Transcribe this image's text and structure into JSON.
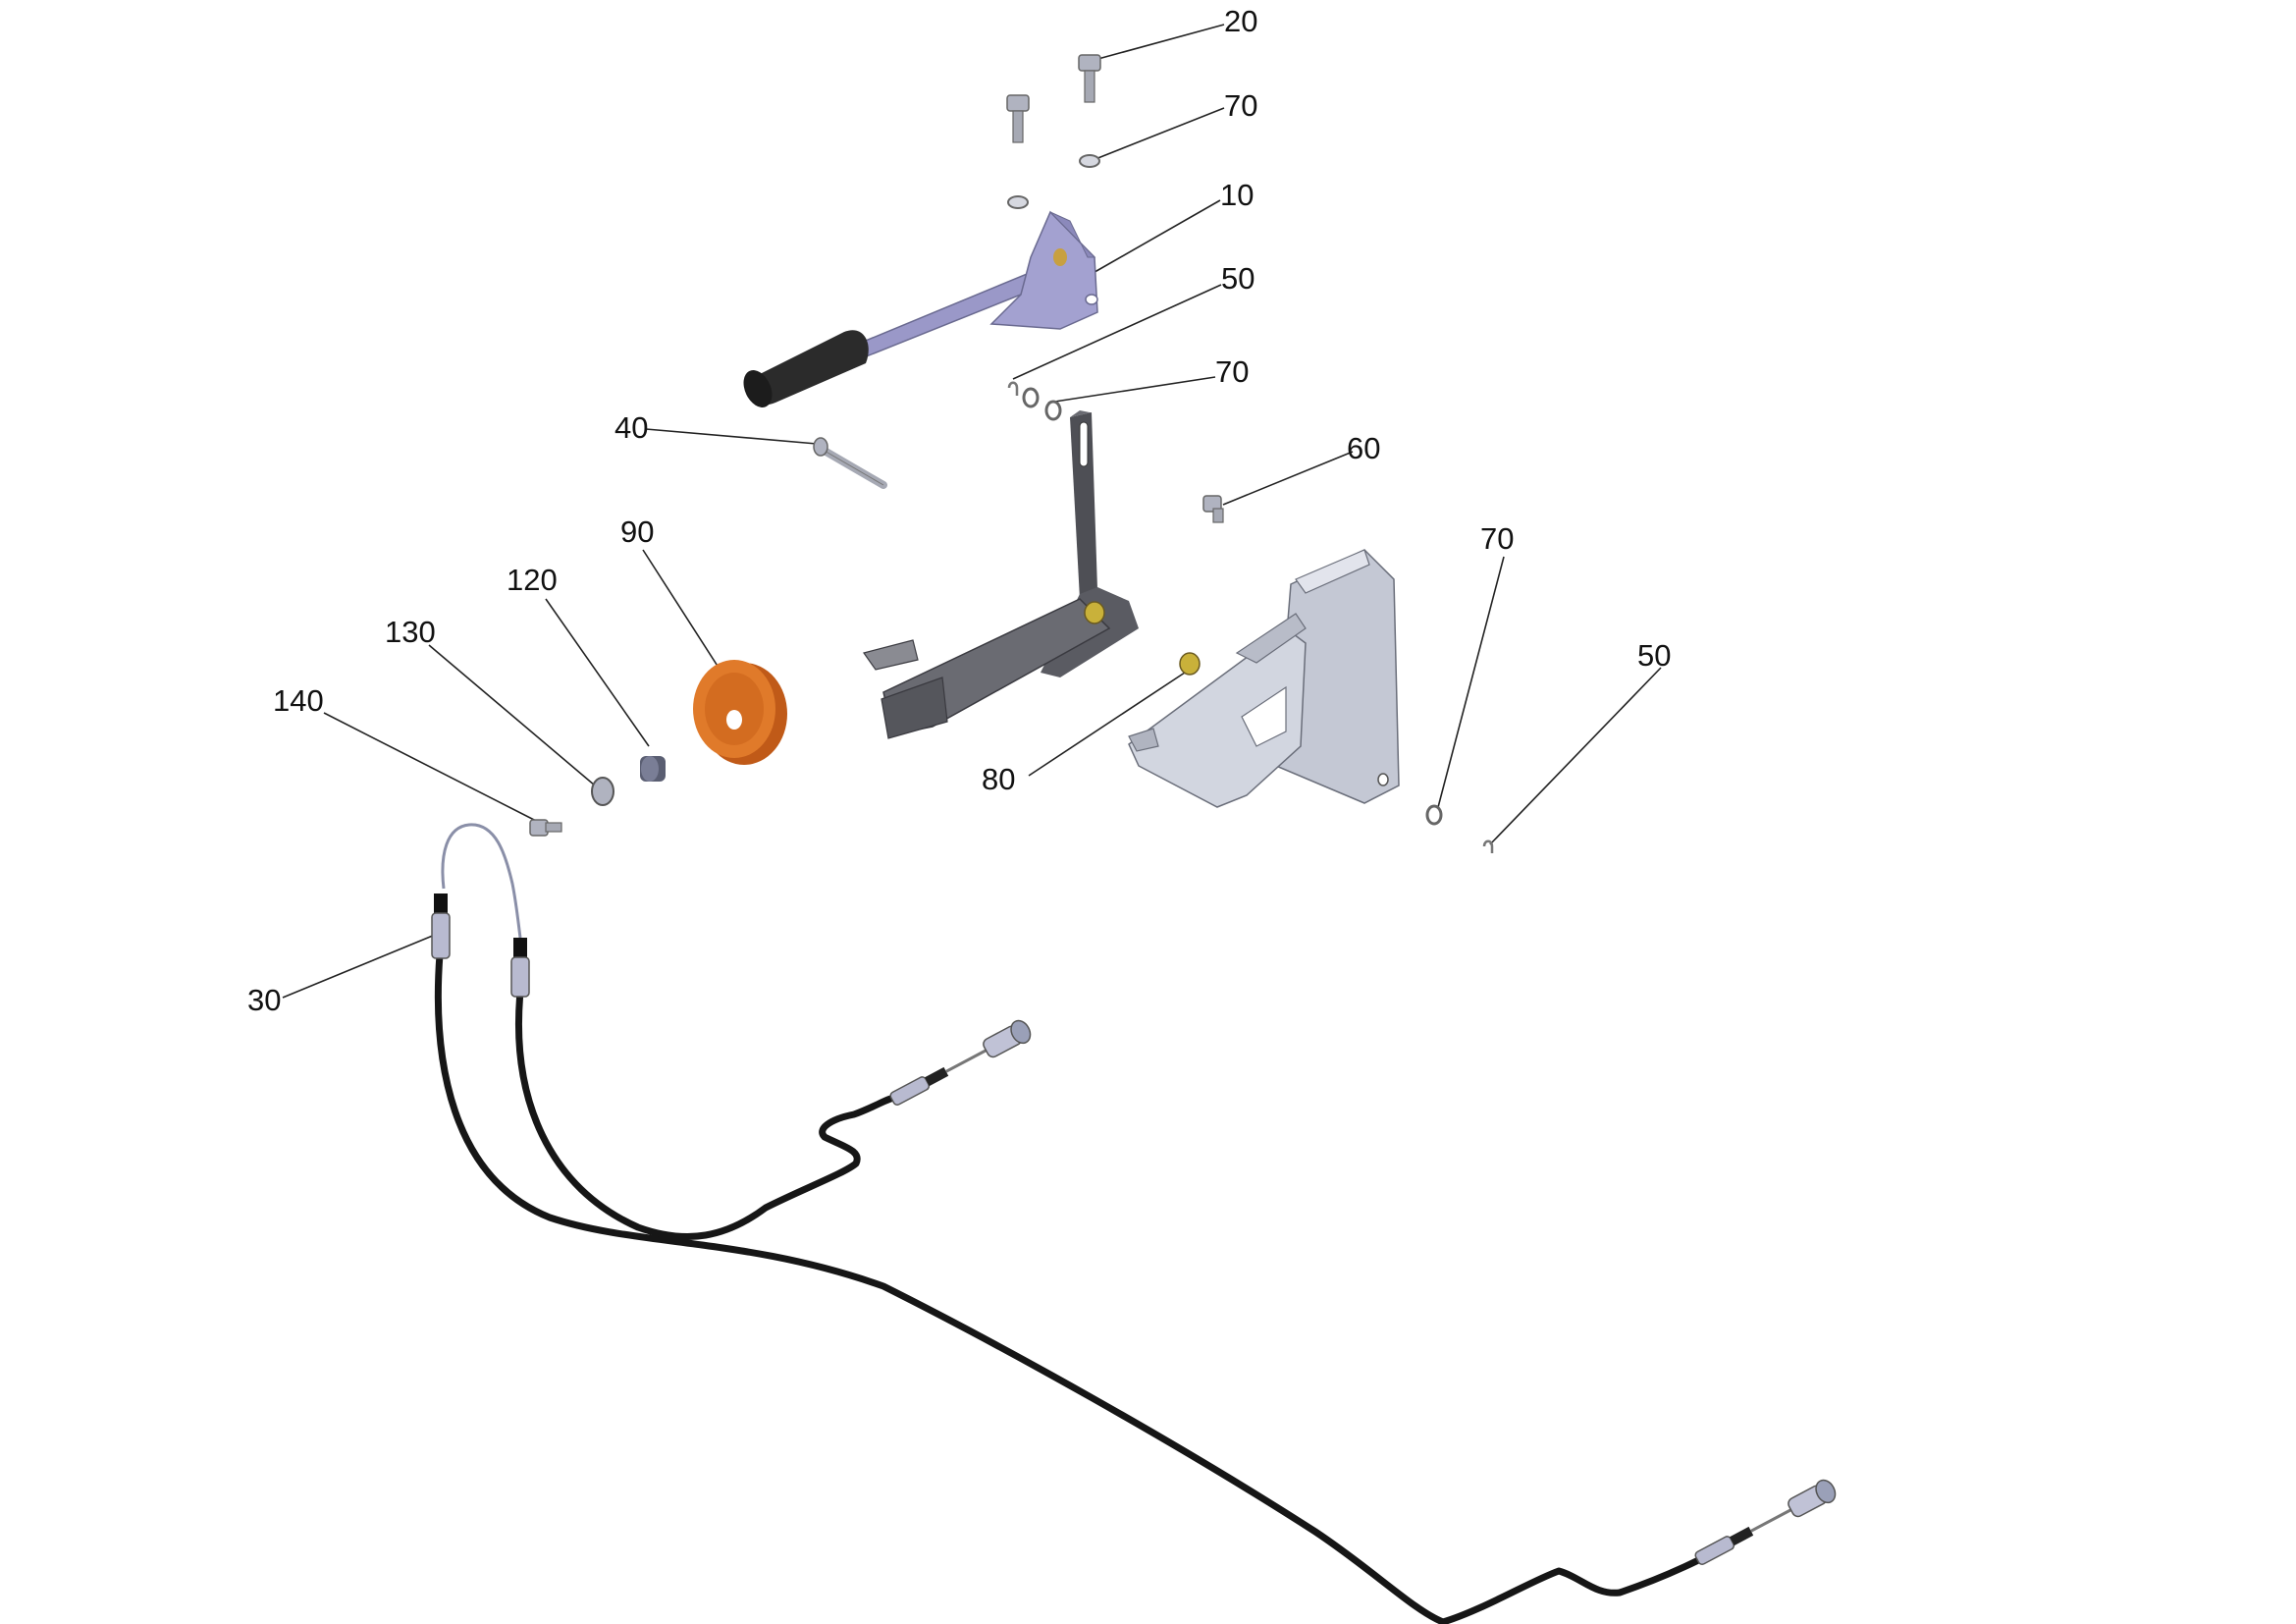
{
  "callouts": [
    {
      "id": "c20a",
      "label": "20"
    },
    {
      "id": "c70a",
      "label": "70"
    },
    {
      "id": "c10",
      "label": "10"
    },
    {
      "id": "c50a",
      "label": "50"
    },
    {
      "id": "c70b",
      "label": "70"
    },
    {
      "id": "c40",
      "label": "40"
    },
    {
      "id": "c60",
      "label": "60"
    },
    {
      "id": "c90",
      "label": "90"
    },
    {
      "id": "c120",
      "label": "120"
    },
    {
      "id": "c130",
      "label": "130"
    },
    {
      "id": "c70c",
      "label": "70"
    },
    {
      "id": "c50b",
      "label": "50"
    },
    {
      "id": "c140",
      "label": "140"
    },
    {
      "id": "c80",
      "label": "80"
    },
    {
      "id": "c30",
      "label": "30"
    }
  ],
  "colors": {
    "lever_arm": "#9a98c8",
    "lever_grip": "#2b2b2b",
    "bracket_dark": "#55565c",
    "plate_light": "#c4c8d4",
    "pulley": "#e07a2a",
    "spacer": "#5a5e72",
    "bushing": "#c9b13a",
    "cable": "#161616",
    "hardware": "#a6a9b4"
  }
}
